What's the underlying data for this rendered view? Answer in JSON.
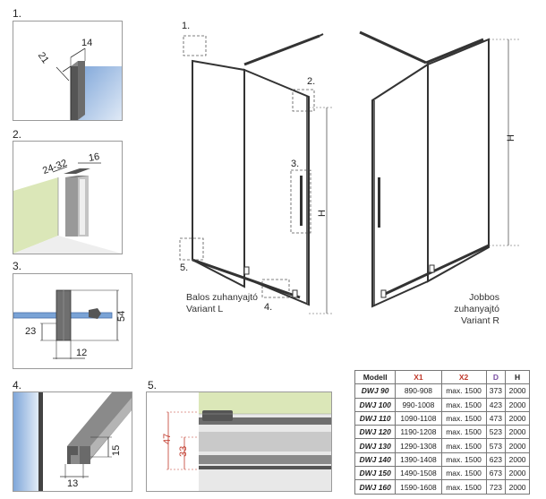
{
  "steps": [
    "1.",
    "2.",
    "3.",
    "4.",
    "5."
  ],
  "detail1": {
    "dim_a": "21",
    "dim_b": "14"
  },
  "detail2": {
    "dim_a": "24-32",
    "dim_b": "16"
  },
  "detail3": {
    "dim_a": "54",
    "dim_b": "23",
    "dim_c": "12"
  },
  "detail4": {
    "dim_a": "15",
    "dim_b": "13"
  },
  "detail5": {
    "dim_a": "47",
    "dim_b": "33"
  },
  "main_drawing": {
    "callouts": [
      "1.",
      "2.",
      "3.",
      "4.",
      "5."
    ],
    "height_label": "H",
    "left_caption_line1": "Balos zuhanyajtó",
    "left_caption_line2": "Variant L",
    "right_caption_line1": "Jobbos zuhanyajtó",
    "right_caption_line2": "Variant R",
    "right_height_label": "H"
  },
  "table": {
    "headers": [
      "Modell",
      "X1",
      "X2",
      "D",
      "H"
    ],
    "rows": [
      [
        "DWJ 90",
        "890-908",
        "max. 1500",
        "373",
        "2000"
      ],
      [
        "DWJ 100",
        "990-1008",
        "max. 1500",
        "423",
        "2000"
      ],
      [
        "DWJ 110",
        "1090-1108",
        "max. 1500",
        "473",
        "2000"
      ],
      [
        "DWJ 120",
        "1190-1208",
        "max. 1500",
        "523",
        "2000"
      ],
      [
        "DWJ 130",
        "1290-1308",
        "max. 1500",
        "573",
        "2000"
      ],
      [
        "DWJ 140",
        "1390-1408",
        "max. 1500",
        "623",
        "2000"
      ],
      [
        "DWJ 150",
        "1490-1508",
        "max. 1500",
        "673",
        "2000"
      ],
      [
        "DWJ 160",
        "1590-1608",
        "max. 1500",
        "723",
        "2000"
      ]
    ]
  }
}
